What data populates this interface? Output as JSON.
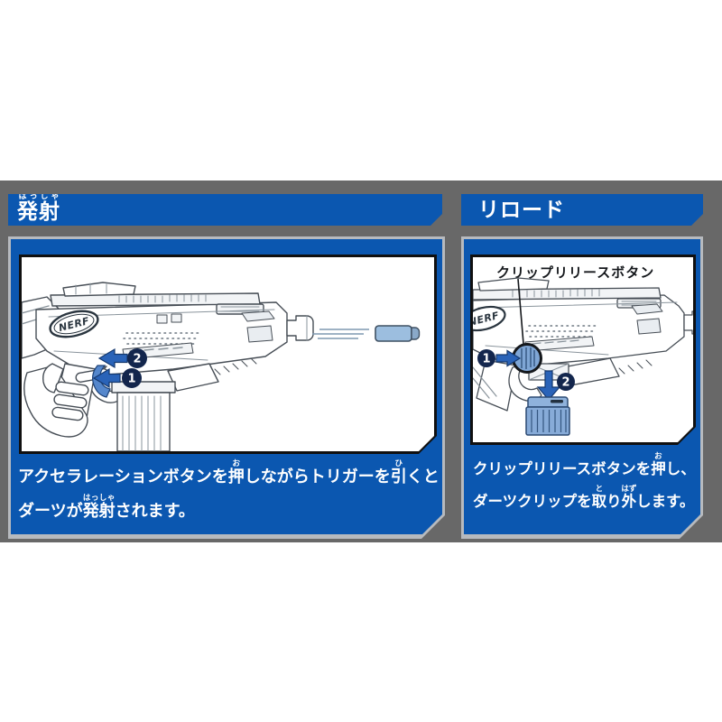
{
  "colors": {
    "band_gray": "#686868",
    "panel_blue": "#0b57b0",
    "bevel_silver": "#b7babe",
    "badge_navy": "#13264d",
    "arrow_blue": "#2a63b8",
    "dart_blue": "#9cbedf",
    "clip_blue": "#87abd8"
  },
  "left": {
    "title": [
      {
        "t": "発射",
        "r": "はっしゃ"
      }
    ],
    "caption1": [
      {
        "t": "アクセラレーションボタンを"
      },
      {
        "t": "押",
        "r": "お"
      },
      {
        "t": "しながらトリガーを"
      },
      {
        "t": "引",
        "r": "ひ"
      },
      {
        "t": "くと"
      }
    ],
    "caption2": [
      {
        "t": "ダーツが"
      },
      {
        "t": "発射",
        "r": "はっしゃ"
      },
      {
        "t": "されます。"
      }
    ],
    "step1": "1",
    "step2": "2",
    "logo": "NERF"
  },
  "right": {
    "title": [
      {
        "t": "リロード"
      }
    ],
    "button_label": "クリップリリースボタン",
    "caption1": [
      {
        "t": "クリップリリースボタンを"
      },
      {
        "t": "押",
        "r": "お"
      },
      {
        "t": "し、"
      }
    ],
    "caption2": [
      {
        "t": "ダーツクリップを"
      },
      {
        "t": "取",
        "r": "と"
      },
      {
        "t": "り"
      },
      {
        "t": "外",
        "r": "はず"
      },
      {
        "t": "します。"
      }
    ],
    "step1": "1",
    "step2": "2",
    "logo": "NERF"
  }
}
